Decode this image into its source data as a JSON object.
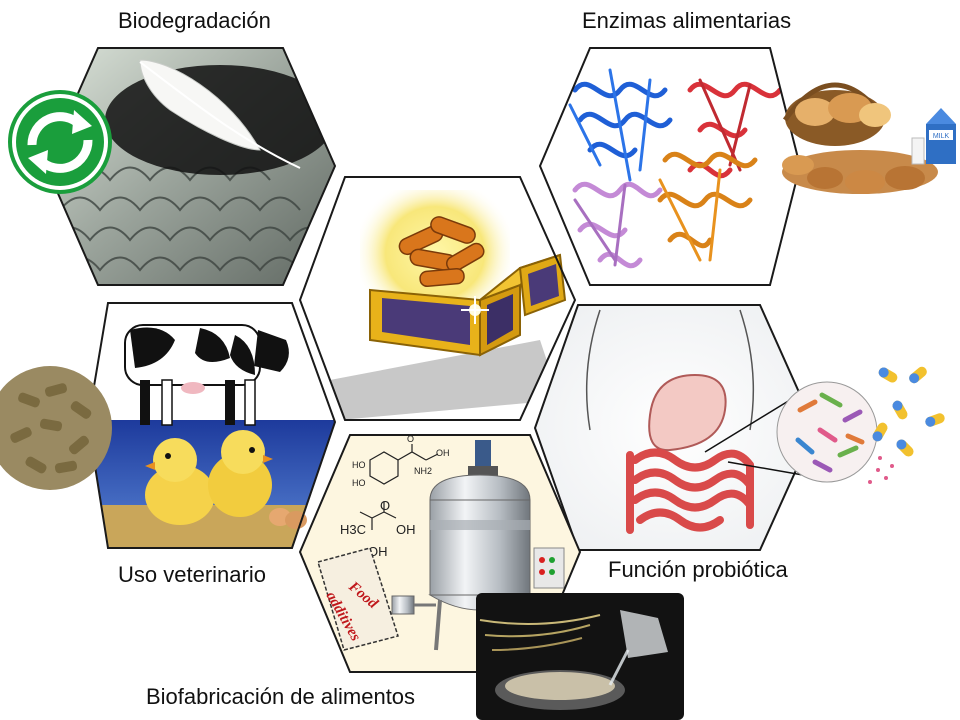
{
  "labels": {
    "biodegradation": "Biodegradación",
    "food_enzymes": "Enzimas alimentarias",
    "veterinary_use": "Uso veterinario",
    "probiotic_function": "Función probiótica",
    "food_biomanufacturing": "Biofabricación de alimentos"
  },
  "chem": {
    "h3c": "H3C",
    "oh_top": "OH",
    "oh_bottom": "OH",
    "o": "O",
    "nh2": "NH2",
    "ho1": "HO",
    "ho2": "HO"
  },
  "bag_text": {
    "line1": "Food",
    "line2": "additives"
  },
  "milk_text": "MILK",
  "colors": {
    "hex_border": "#1a1a1a",
    "recycle_green": "#1a9e3c",
    "treasure_gold": "#e8b21a",
    "bacteria_orange": "#d9761c"
  }
}
